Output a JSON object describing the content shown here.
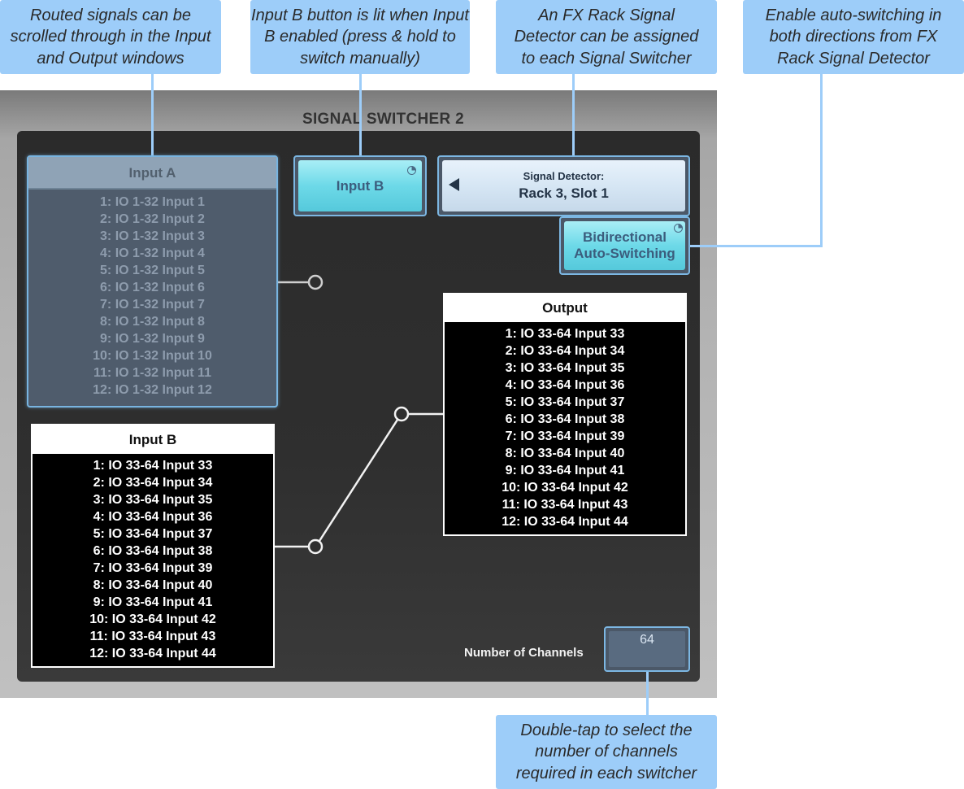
{
  "callouts": {
    "routed": "Routed signals can be scrolled through in the Input and Output windows",
    "inputb": "Input B button is lit when Input B enabled (press & hold to switch manually)",
    "detector": "An FX Rack Signal Detector can be assigned to each Signal Switcher",
    "bidirectional": "Enable auto-switching in both directions from FX Rack Signal Detector",
    "channels": "Double-tap to select the number of channels required in each switcher"
  },
  "panel": {
    "title": "SIGNAL SWITCHER 2"
  },
  "input_a": {
    "title": "Input A",
    "rows": [
      "1: IO 1-32 Input 1",
      "2: IO 1-32 Input 2",
      "3: IO 1-32 Input 3",
      "4: IO 1-32 Input 4",
      "5: IO 1-32 Input 5",
      "6: IO 1-32 Input 6",
      "7: IO 1-32 Input 7",
      "8: IO 1-32 Input 8",
      "9: IO 1-32 Input 9",
      "10: IO 1-32 Input 10",
      "11: IO 1-32 Input 11",
      "12: IO 1-32 Input 12"
    ]
  },
  "input_b": {
    "button_label": "Input B",
    "title": "Input B",
    "rows": [
      "1: IO 33-64 Input 33",
      "2: IO 33-64 Input 34",
      "3: IO 33-64 Input 35",
      "4: IO 33-64 Input 36",
      "5: IO 33-64 Input 37",
      "6: IO 33-64 Input 38",
      "7: IO 33-64 Input 39",
      "8: IO 33-64 Input 40",
      "9: IO 33-64 Input 41",
      "10: IO 33-64 Input 42",
      "11: IO 33-64 Input 43",
      "12: IO 33-64 Input 44"
    ]
  },
  "signal_detector": {
    "label": "Signal Detector:",
    "value": "Rack 3, Slot 1"
  },
  "bidirectional": {
    "line1": "Bidirectional",
    "line2": "Auto-Switching"
  },
  "output": {
    "title": "Output",
    "rows": [
      "1: IO 33-64 Input 33",
      "2: IO 33-64 Input 34",
      "3: IO 33-64 Input 35",
      "4: IO 33-64 Input 36",
      "5: IO 33-64 Input 37",
      "6: IO 33-64 Input 38",
      "7: IO 33-64 Input 39",
      "8: IO 33-64 Input 40",
      "9: IO 33-64 Input 41",
      "10: IO 33-64 Input 42",
      "11: IO 33-64 Input 43",
      "12: IO 33-64 Input 44"
    ]
  },
  "channels": {
    "label": "Number of Channels",
    "value": "64"
  },
  "colors": {
    "callout": "#9dcdf9",
    "cyan_button": "#6dd9e8",
    "frame_border": "#7cb7e3",
    "panel_dark": "#2b2b2b"
  }
}
